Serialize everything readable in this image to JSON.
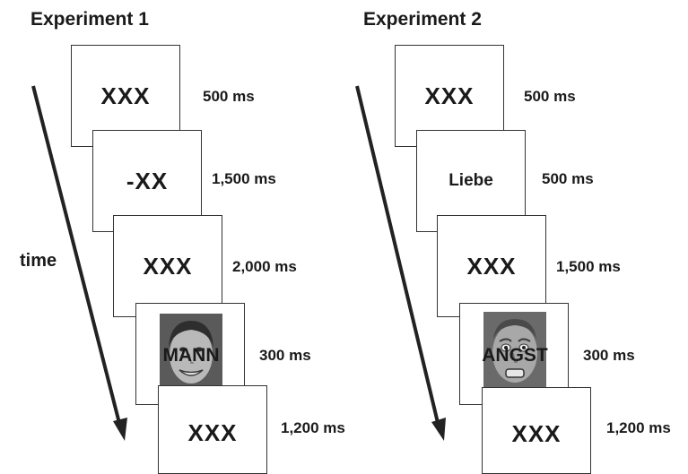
{
  "experiment1": {
    "title": "Experiment 1",
    "time_label": "time",
    "frames": [
      {
        "stimulus": "XXX",
        "duration": "500 ms"
      },
      {
        "stimulus": "-XX",
        "duration": "1,500 ms"
      },
      {
        "stimulus": "XXX",
        "duration": "2,000 ms"
      },
      {
        "stimulus": "MANN",
        "duration": "300 ms",
        "face": "smiling-female-face"
      },
      {
        "stimulus": "XXX",
        "duration": "1,200 ms"
      }
    ]
  },
  "experiment2": {
    "title": "Experiment 2",
    "frames": [
      {
        "stimulus": "XXX",
        "duration": "500 ms"
      },
      {
        "stimulus": "Liebe",
        "duration": "500 ms"
      },
      {
        "stimulus": "XXX",
        "duration": "1,500 ms"
      },
      {
        "stimulus": "ANGST",
        "duration": "300 ms",
        "face": "fearful-male-face"
      },
      {
        "stimulus": "XXX",
        "duration": "1,200 ms"
      }
    ]
  },
  "colors": {
    "text": "#1a1a1a",
    "frame_border": "#333333",
    "arrow": "#222222"
  }
}
